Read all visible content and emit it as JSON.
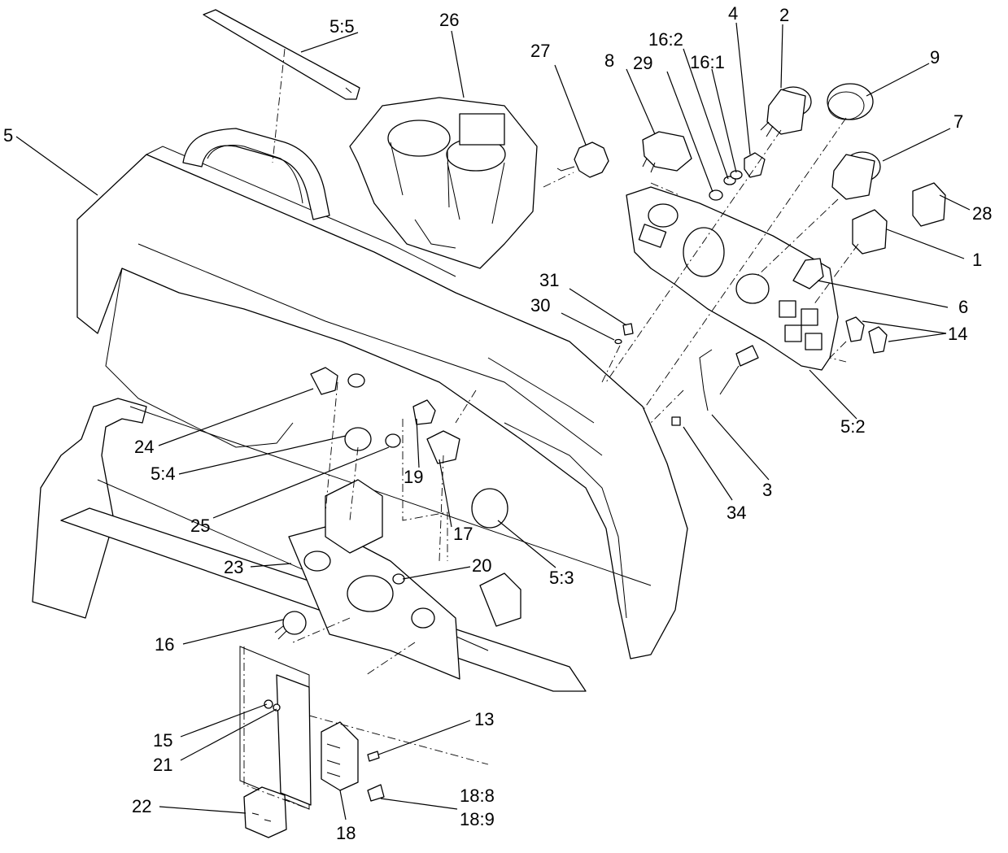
{
  "callouts": [
    {
      "id": "5_5",
      "text": "5:5"
    },
    {
      "id": "26",
      "text": "26"
    },
    {
      "id": "27",
      "text": "27"
    },
    {
      "id": "8",
      "text": "8"
    },
    {
      "id": "29",
      "text": "29"
    },
    {
      "id": "16_2",
      "text": "16:2"
    },
    {
      "id": "16_1",
      "text": "16:1"
    },
    {
      "id": "4",
      "text": "4"
    },
    {
      "id": "2",
      "text": "2"
    },
    {
      "id": "9",
      "text": "9"
    },
    {
      "id": "7",
      "text": "7"
    },
    {
      "id": "28",
      "text": "28"
    },
    {
      "id": "1",
      "text": "1"
    },
    {
      "id": "5",
      "text": "5"
    },
    {
      "id": "31",
      "text": "31"
    },
    {
      "id": "30",
      "text": "30"
    },
    {
      "id": "6",
      "text": "6"
    },
    {
      "id": "14",
      "text": "14"
    },
    {
      "id": "5_2",
      "text": "5:2"
    },
    {
      "id": "3",
      "text": "3"
    },
    {
      "id": "34",
      "text": "34"
    },
    {
      "id": "24",
      "text": "24"
    },
    {
      "id": "5_4",
      "text": "5:4"
    },
    {
      "id": "19",
      "text": "19"
    },
    {
      "id": "17",
      "text": "17"
    },
    {
      "id": "25",
      "text": "25"
    },
    {
      "id": "5_3",
      "text": "5:3"
    },
    {
      "id": "23",
      "text": "23"
    },
    {
      "id": "20",
      "text": "20"
    },
    {
      "id": "16",
      "text": "16"
    },
    {
      "id": "13",
      "text": "13"
    },
    {
      "id": "15",
      "text": "15"
    },
    {
      "id": "21",
      "text": "21"
    },
    {
      "id": "18_8",
      "text": "18:8"
    },
    {
      "id": "18_9",
      "text": "18:9"
    },
    {
      "id": "22",
      "text": "22"
    },
    {
      "id": "18",
      "text": "18"
    }
  ]
}
